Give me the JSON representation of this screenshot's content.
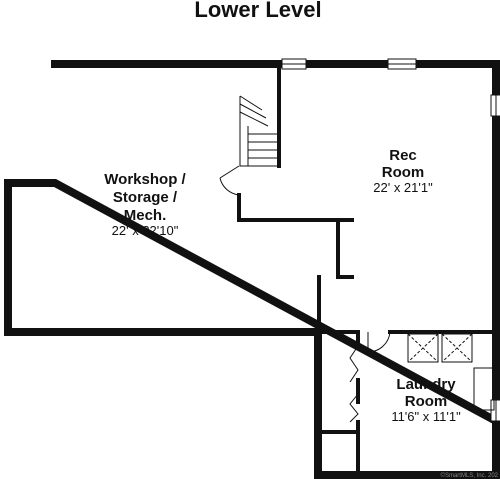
{
  "plan": {
    "title": "Lower Level",
    "rooms": [
      {
        "name_lines": [
          "Workshop /",
          "Storage /",
          "Mech."
        ],
        "dimensions": "22' x 22'10\""
      },
      {
        "name_lines": [
          "Rec",
          "Room"
        ],
        "dimensions": "22' x 21'1\""
      },
      {
        "name_lines": [
          "Laundry",
          "Room"
        ],
        "dimensions": "11'6\" x 11'1\""
      }
    ],
    "watermark": "©SmartMLS, Inc. 202"
  }
}
